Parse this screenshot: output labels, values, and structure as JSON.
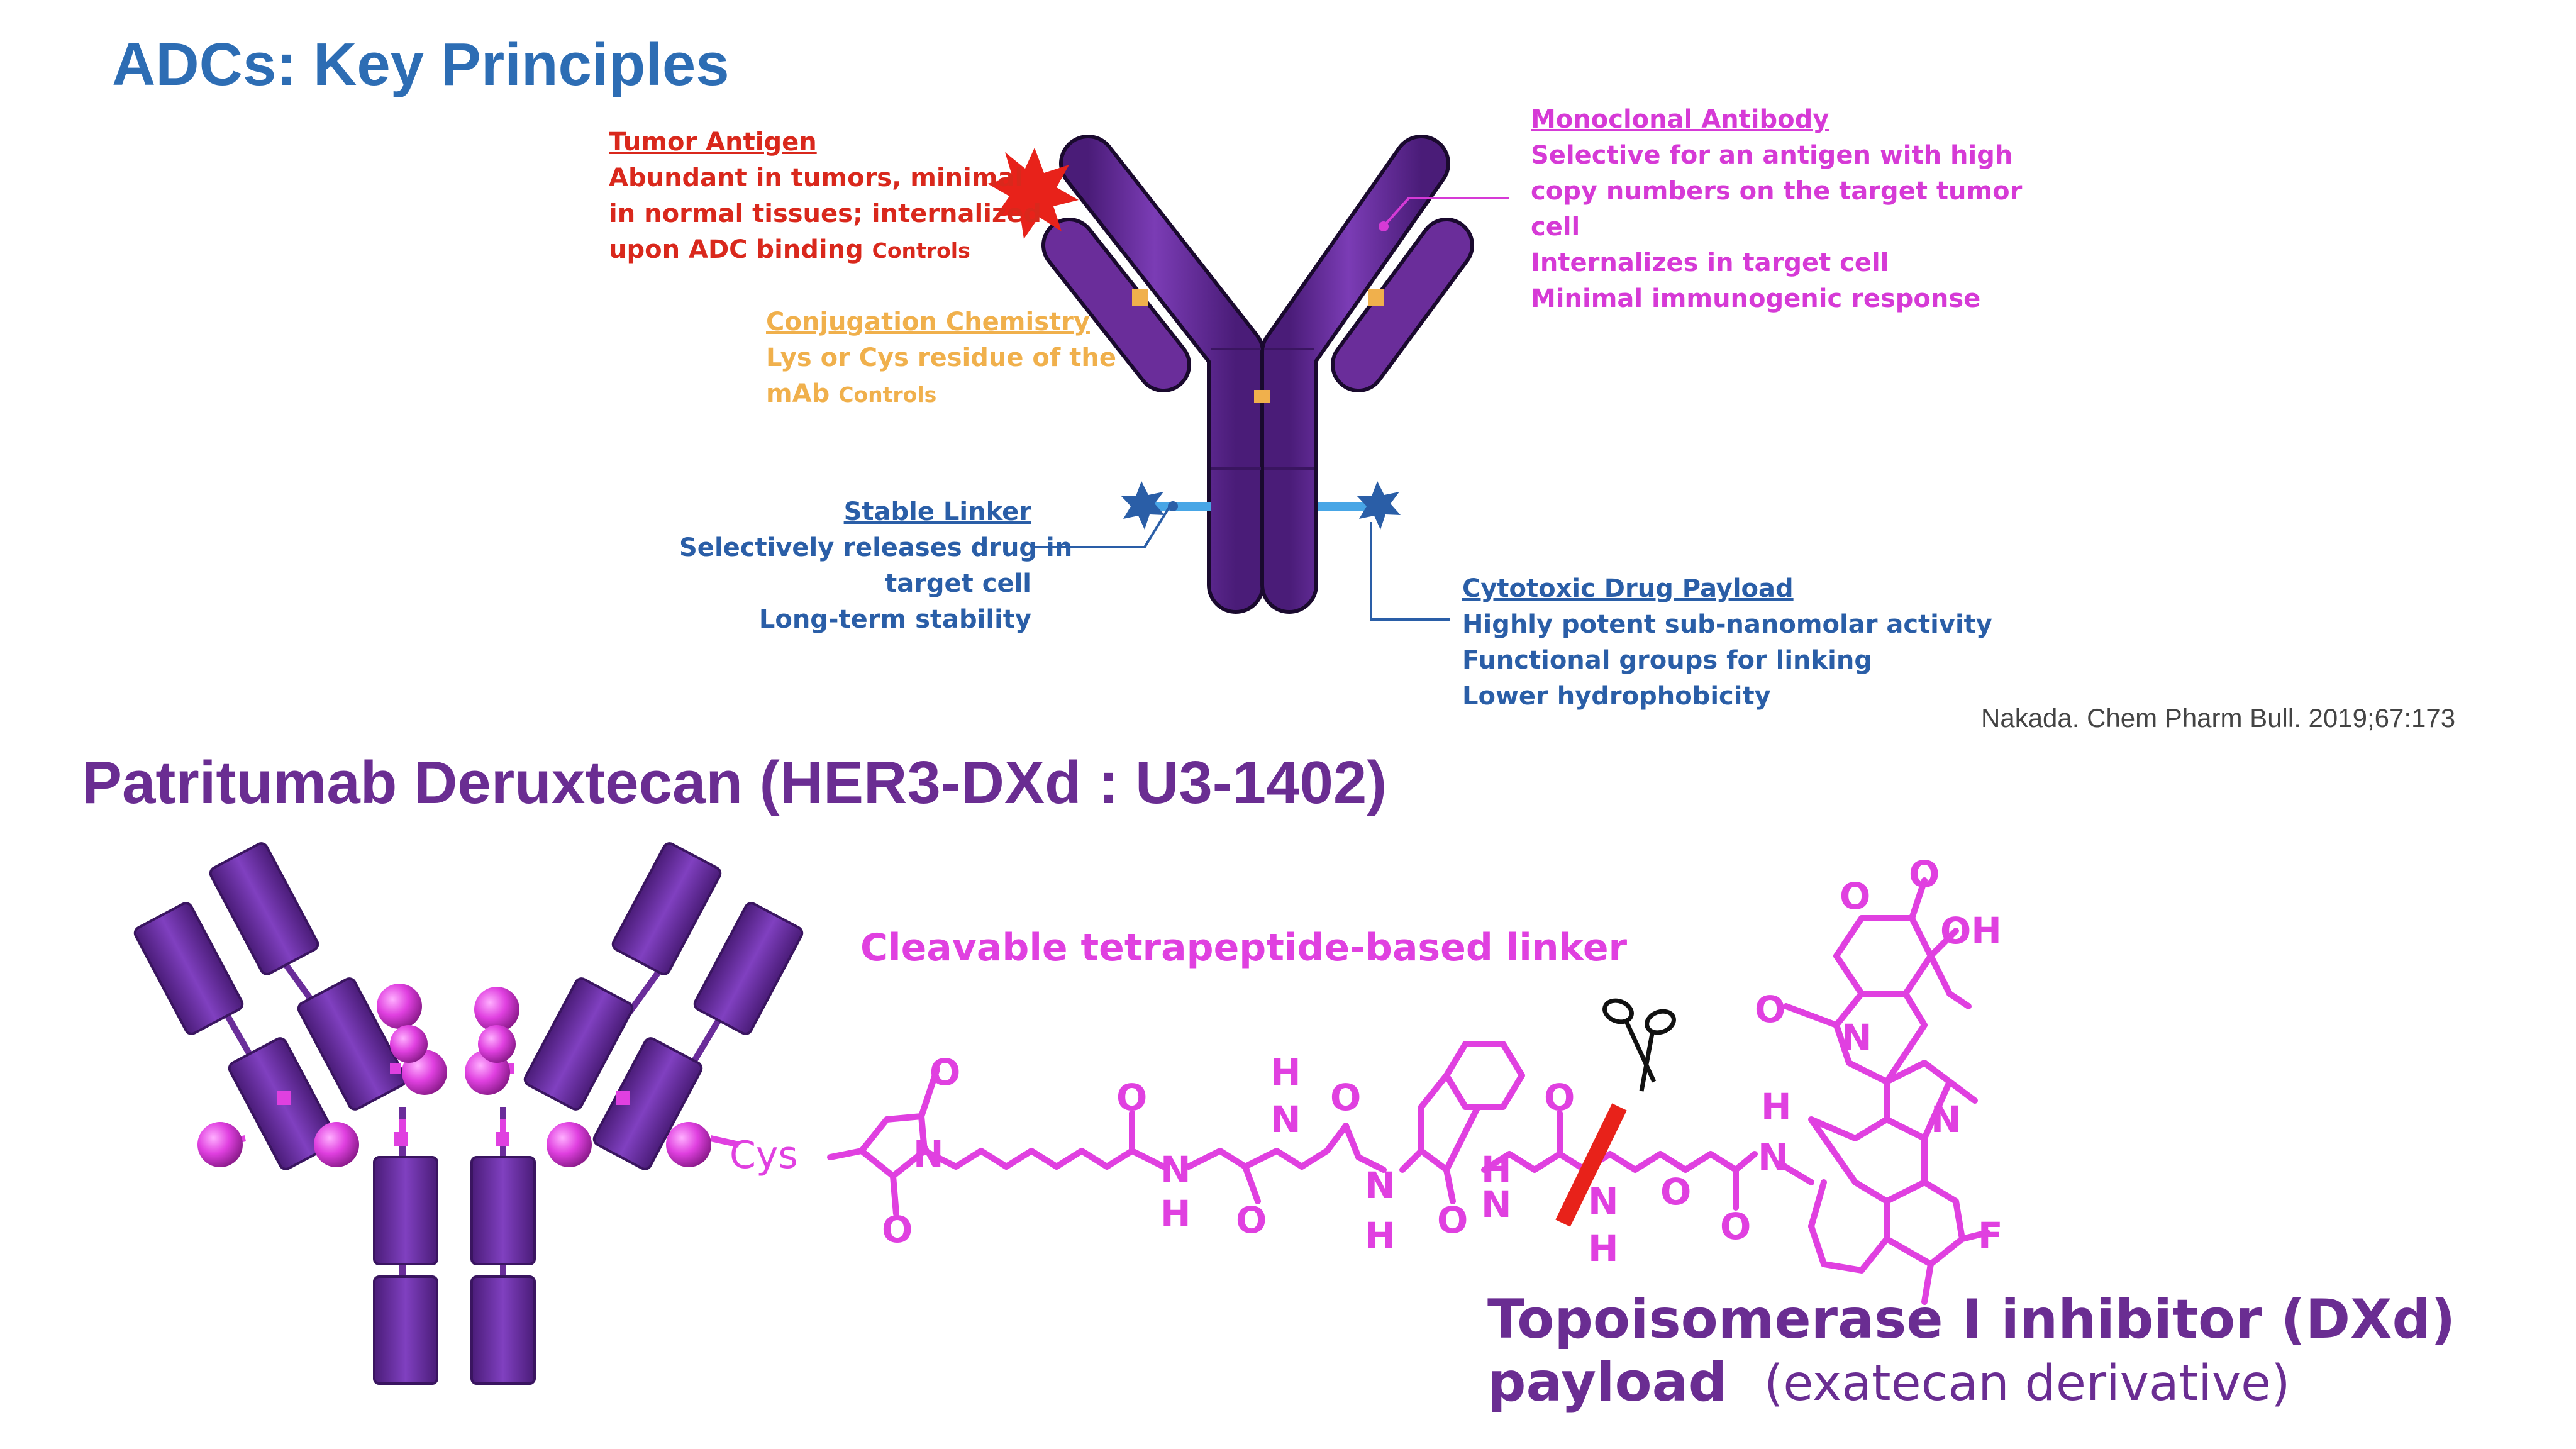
{
  "slide": {
    "title_top": "ADCs: Key Principles",
    "title_bottom": "Patritumab Deruxtecan (HER3-DXd : U3-1402)",
    "citation": "Nakada. Chem Pharm Bull. 2019;67:173"
  },
  "labels": {
    "tumor_antigen": {
      "heading": "Tumor Antigen",
      "line1": "Abundant in tumors, minimal",
      "line2": "in normal tissues; internalized",
      "line3": "upon ADC binding",
      "tag": "Controls"
    },
    "conjugation": {
      "heading": "Conjugation Chemistry",
      "line1": "Lys or Cys residue of the",
      "line2": "mAb",
      "tag": "Controls"
    },
    "linker": {
      "heading": "Stable Linker",
      "line1": "Selectively releases drug in",
      "line2": "target cell",
      "line3": "Long-term stability"
    },
    "antibody": {
      "heading": "Monoclonal Antibody",
      "line1": "Selective for an antigen with high",
      "line2": "copy numbers on the target tumor",
      "line3": "cell",
      "line4": "Internalizes in target cell",
      "line5": "Minimal immunogenic response"
    },
    "payload": {
      "heading": "Cytotoxic Drug Payload",
      "line1": "Highly potent sub-nanomolar activity",
      "line2": "Functional groups for linking",
      "line3": "Lower hydrophobicity"
    }
  },
  "structure": {
    "linker_caption": "Cleavable tetrapeptide-based linker",
    "cys_label": "Cys",
    "payload_title": "Topoisomerase I inhibitor (DXd) payload",
    "payload_subtitle": "(exatecan derivative)",
    "atoms": {
      "O": "O",
      "N": "N",
      "H": "H",
      "OH": "OH",
      "F": "F"
    }
  },
  "colors": {
    "title_blue": "#2d6db4",
    "title_purple": "#6a2d92",
    "antigen_red": "#d9281c",
    "conjugation_orange": "#f0b04c",
    "linker_blue": "#2a5ea7",
    "antibody_magenta": "#d63ad6",
    "chem_magenta": "#e040e0",
    "antibody_purple": "#6a2d9a",
    "citation_gray": "#444444"
  },
  "icons": [
    "starburst-icon",
    "scissors-icon",
    "star-icon"
  ]
}
